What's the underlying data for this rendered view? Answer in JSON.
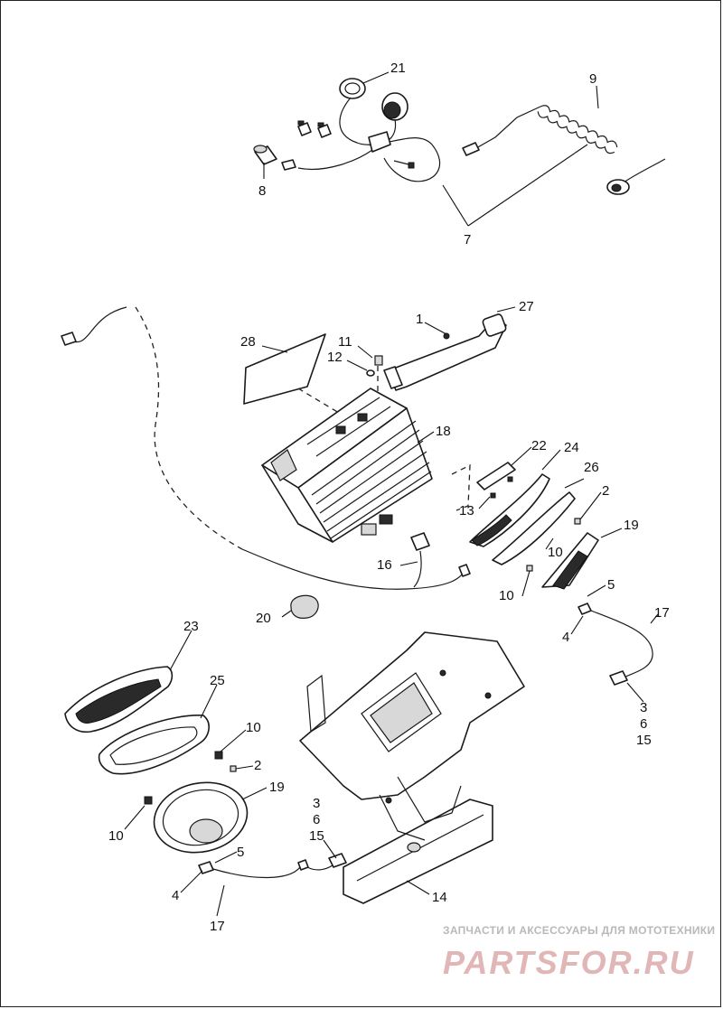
{
  "callouts": [
    {
      "id": "c21",
      "text": "21"
    },
    {
      "id": "c9",
      "text": "9"
    },
    {
      "id": "c8",
      "text": "8"
    },
    {
      "id": "c7",
      "text": "7"
    },
    {
      "id": "c1",
      "text": "1"
    },
    {
      "id": "c27",
      "text": "27"
    },
    {
      "id": "c28",
      "text": "28"
    },
    {
      "id": "c11",
      "text": "11"
    },
    {
      "id": "c12",
      "text": "12"
    },
    {
      "id": "c18",
      "text": "18"
    },
    {
      "id": "c22",
      "text": "22"
    },
    {
      "id": "c24",
      "text": "24"
    },
    {
      "id": "c26",
      "text": "26"
    },
    {
      "id": "c2a",
      "text": "2"
    },
    {
      "id": "c13",
      "text": "13"
    },
    {
      "id": "c19a",
      "text": "19"
    },
    {
      "id": "c10a",
      "text": "10"
    },
    {
      "id": "c5a",
      "text": "5"
    },
    {
      "id": "c10b",
      "text": "10"
    },
    {
      "id": "c16",
      "text": "16"
    },
    {
      "id": "c17a",
      "text": "17"
    },
    {
      "id": "c4a",
      "text": "4"
    },
    {
      "id": "c20",
      "text": "20"
    },
    {
      "id": "c3a",
      "text": "3"
    },
    {
      "id": "c6a",
      "text": "6"
    },
    {
      "id": "c15a",
      "text": "15"
    },
    {
      "id": "c23",
      "text": "23"
    },
    {
      "id": "c25",
      "text": "25"
    },
    {
      "id": "c10c",
      "text": "10"
    },
    {
      "id": "c2b",
      "text": "2"
    },
    {
      "id": "c19b",
      "text": "19"
    },
    {
      "id": "c10d",
      "text": "10"
    },
    {
      "id": "c3b",
      "text": "3"
    },
    {
      "id": "c6b",
      "text": "6"
    },
    {
      "id": "c15b",
      "text": "15"
    },
    {
      "id": "c5b",
      "text": "5"
    },
    {
      "id": "c4b",
      "text": "4"
    },
    {
      "id": "c14",
      "text": "14"
    },
    {
      "id": "c17b",
      "text": "17"
    }
  ],
  "watermark": {
    "tagline": "ЗАПЧАСТИ И АКСЕССУАРЫ ДЛЯ МОТОТЕХНИКИ",
    "brand": "PARTSFOR.RU"
  }
}
